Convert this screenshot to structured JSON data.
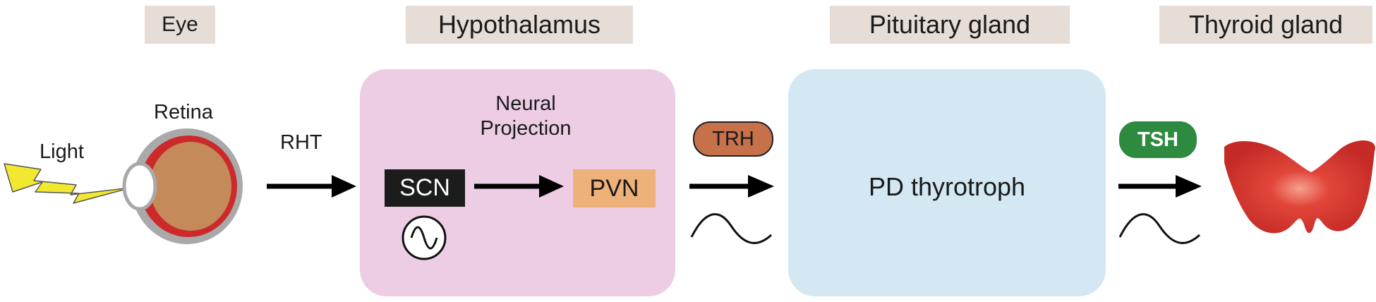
{
  "stages": {
    "eye": "Eye",
    "hypothalamus": "Hypothalamus",
    "pituitary": "Pituitary gland",
    "thyroid": "Thyroid gland"
  },
  "labels": {
    "light": "Light",
    "retina": "Retina",
    "rht": "RHT",
    "neural_projection_line1": "Neural",
    "neural_projection_line2": "Projection"
  },
  "nodes": {
    "scn": "SCN",
    "pvn": "PVN",
    "pd_thyrotroph": "PD thyrotroph"
  },
  "hormones": {
    "trh": "TRH",
    "tsh": "TSH"
  },
  "colors": {
    "stage_tag_bg": "#e5ddd6",
    "hypothalamus_bg": "#eccde4",
    "pituitary_bg": "#d3e8f3",
    "scn_bg": "#1c1c1c",
    "pvn_bg": "#efb17a",
    "trh_pill": "#c7714a",
    "tsh_pill": "#2e8a3f",
    "thyroid": "#d9322e",
    "retina_ring": "#cc2a2a",
    "eyeball": "#c48a5a",
    "light_bolt": "#f2e830"
  },
  "icons": [
    "lightning-bolt",
    "eye",
    "arrow-right",
    "oscillation-wave",
    "circadian-oscillator",
    "thyroid-gland"
  ]
}
